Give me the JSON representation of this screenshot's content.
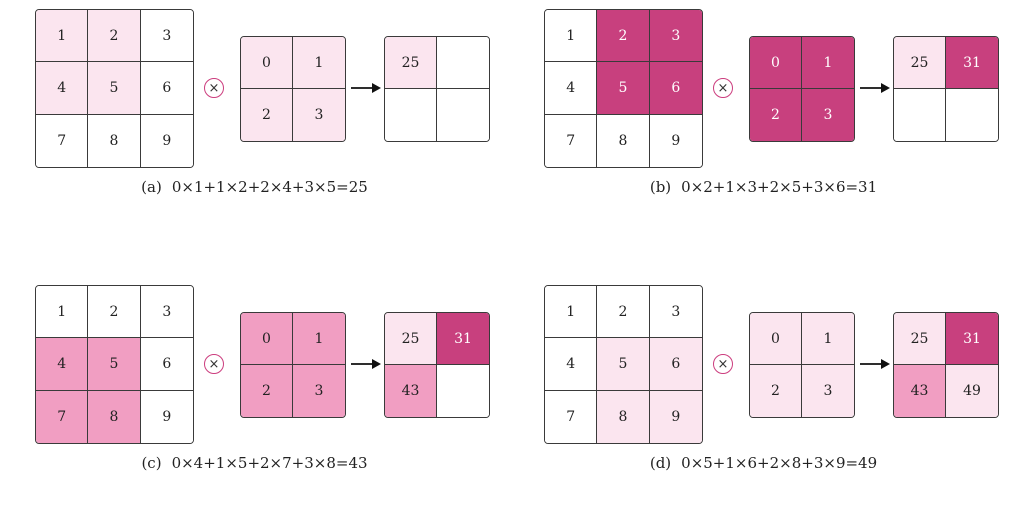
{
  "colors": {
    "light": "#fbe5ef",
    "medium": "#f19ec2",
    "dark": "#c8407e",
    "white": "#ffffff",
    "ring": "#cc3d7e"
  },
  "operator_symbol": "×",
  "panels": [
    {
      "tag": "(a)",
      "formula": "0×1+1×2+2×4+3×5=25",
      "input": [
        "1",
        "2",
        "3",
        "4",
        "5",
        "6",
        "7",
        "8",
        "9"
      ],
      "input_colors": [
        "light",
        "light",
        "white",
        "light",
        "light",
        "white",
        "white",
        "white",
        "white"
      ],
      "kernel": [
        "0",
        "1",
        "2",
        "3"
      ],
      "kernel_color": "light",
      "output": [
        "25",
        "",
        "",
        ""
      ],
      "output_colors": [
        "light",
        "white",
        "white",
        "white"
      ]
    },
    {
      "tag": "(b)",
      "formula": "0×2+1×3+2×5+3×6=31",
      "input": [
        "1",
        "2",
        "3",
        "4",
        "5",
        "6",
        "7",
        "8",
        "9"
      ],
      "input_colors": [
        "white",
        "dark",
        "dark",
        "white",
        "dark",
        "dark",
        "white",
        "white",
        "white"
      ],
      "kernel": [
        "0",
        "1",
        "2",
        "3"
      ],
      "kernel_color": "dark",
      "output": [
        "25",
        "31",
        "",
        ""
      ],
      "output_colors": [
        "light",
        "dark",
        "white",
        "white"
      ]
    },
    {
      "tag": "(c)",
      "formula": "0×4+1×5+2×7+3×8=43",
      "input": [
        "1",
        "2",
        "3",
        "4",
        "5",
        "6",
        "7",
        "8",
        "9"
      ],
      "input_colors": [
        "white",
        "white",
        "white",
        "medium",
        "medium",
        "white",
        "medium",
        "medium",
        "white"
      ],
      "kernel": [
        "0",
        "1",
        "2",
        "3"
      ],
      "kernel_color": "medium",
      "output": [
        "25",
        "31",
        "43",
        ""
      ],
      "output_colors": [
        "light",
        "dark",
        "medium",
        "white"
      ]
    },
    {
      "tag": "(d)",
      "formula": "0×5+1×6+2×8+3×9=49",
      "input": [
        "1",
        "2",
        "3",
        "4",
        "5",
        "6",
        "7",
        "8",
        "9"
      ],
      "input_colors": [
        "white",
        "white",
        "white",
        "white",
        "light",
        "light",
        "white",
        "light",
        "light"
      ],
      "kernel": [
        "0",
        "1",
        "2",
        "3"
      ],
      "kernel_color": "light",
      "output": [
        "25",
        "31",
        "43",
        "49"
      ],
      "output_colors": [
        "light",
        "dark",
        "medium",
        "light"
      ]
    }
  ]
}
